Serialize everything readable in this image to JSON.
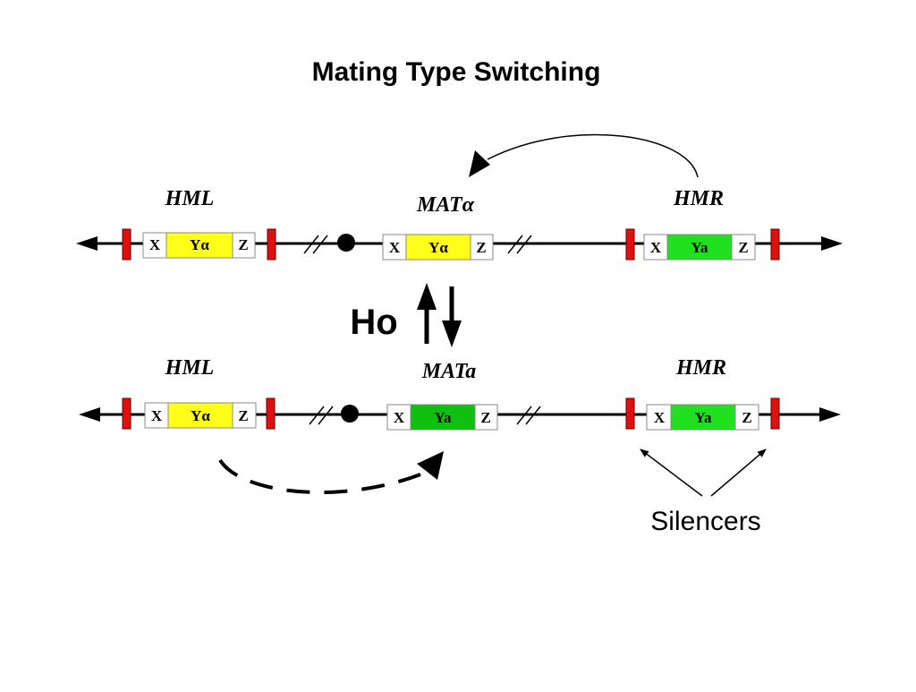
{
  "title": "Mating Type Switching",
  "colors": {
    "y_alpha": "#ffff1a",
    "y_a_mat": "#10c010",
    "y_a_hmr": "#20e020",
    "silencer": "#e01010",
    "line": "#000000"
  },
  "top_chromosome": {
    "hml_label": "HML",
    "mat_label": "MATα",
    "hmr_label": "HMR",
    "hml": {
      "x": "X",
      "y": "Yα",
      "z": "Z"
    },
    "mat": {
      "x": "X",
      "y": "Yα",
      "z": "Z"
    },
    "hmr": {
      "x": "X",
      "y": "Ya",
      "z": "Z"
    }
  },
  "bottom_chromosome": {
    "hml_label": "HML",
    "mat_label": "MATa",
    "hmr_label": "HMR",
    "hml": {
      "x": "X",
      "y": "Yα",
      "z": "Z"
    },
    "mat": {
      "x": "X",
      "y": "Ya",
      "z": "Z"
    },
    "hmr": {
      "x": "X",
      "y": "Ya",
      "z": "Z"
    }
  },
  "ho_label": "Ho",
  "silencers_label": "Silencers"
}
